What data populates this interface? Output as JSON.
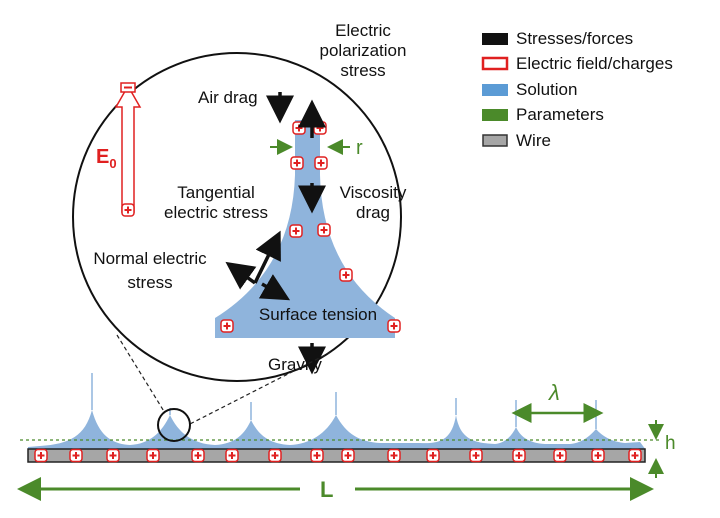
{
  "legend": [
    {
      "label": "Stresses/forces",
      "swatch": "black-fill",
      "color": "#111111"
    },
    {
      "label": "Electric field/charges",
      "swatch": "red-outline",
      "color": "#e02020"
    },
    {
      "label": "Solution",
      "swatch": "blue-fill",
      "color": "#5b9bd5"
    },
    {
      "label": "Parameters",
      "swatch": "green-fill",
      "color": "#4b8a2a"
    },
    {
      "label": "Wire",
      "swatch": "gray-fill",
      "color": "#a6a6a6"
    }
  ],
  "labels": {
    "electric_polarization_line1": "Electric",
    "electric_polarization_line2": "polarization",
    "electric_polarization_line3": "stress",
    "air_drag": "Air drag",
    "radius": "r",
    "field_main": "E",
    "field_sub": "0",
    "tangential_line1": "Tangential",
    "tangential_line2": "electric stress",
    "viscosity_line1": "Viscosity",
    "viscosity_line2": "drag",
    "normal_line1": "Normal electric",
    "normal_line2": "stress",
    "surface_tension": "Surface tension",
    "gravity": "Gravity",
    "wavelength": "λ",
    "thickness": "h",
    "length": "L"
  },
  "colors": {
    "solution": "#8fb4dc",
    "solution_dark": "#5b9bd5",
    "wire": "#a6a6a6",
    "charge": "#e02020",
    "parameter": "#4b8a2a",
    "force": "#111111"
  }
}
